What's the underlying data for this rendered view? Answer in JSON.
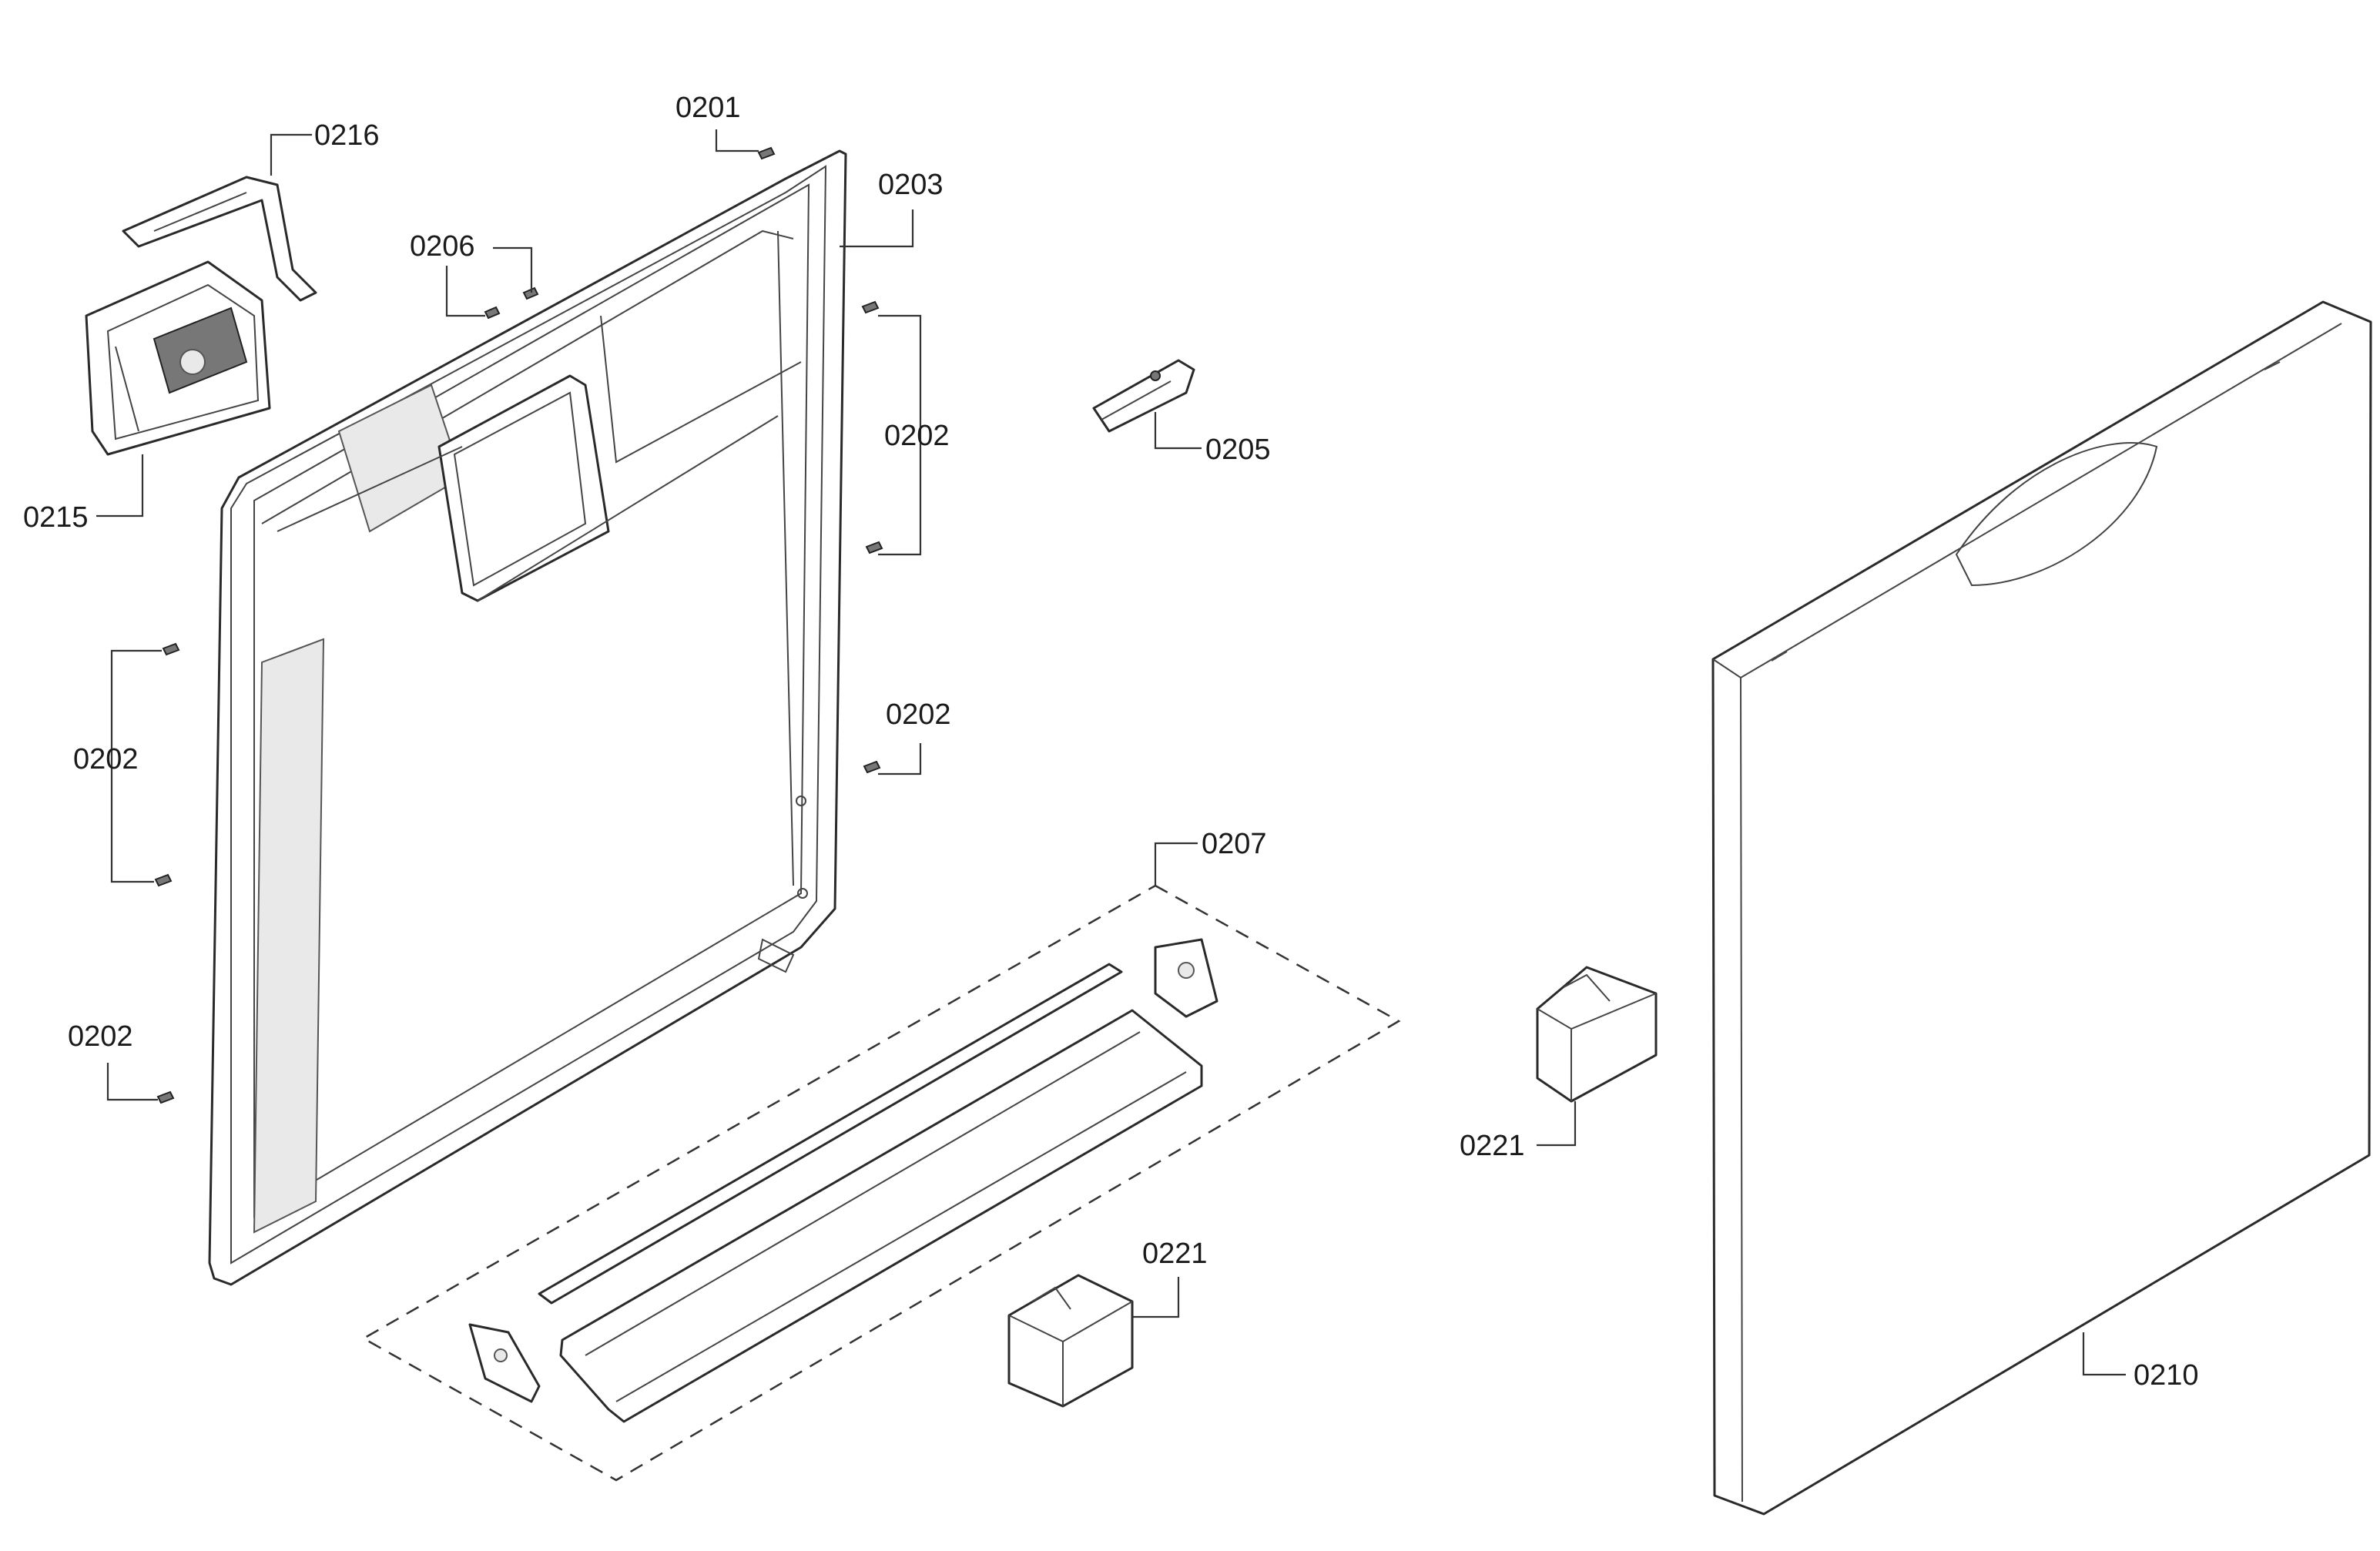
{
  "callouts": {
    "c0201": "0201",
    "c0216": "0216",
    "c0206": "0206",
    "c0203": "0203",
    "c0202_right_top": "0202",
    "c0205": "0205",
    "c0215": "0215",
    "c0202_left_mid": "0202",
    "c0202_right_bottom": "0202",
    "c0207": "0207",
    "c0202_left_bottom": "0202",
    "c0221_right": "0221",
    "c0221_center": "0221",
    "c0210": "0210"
  }
}
